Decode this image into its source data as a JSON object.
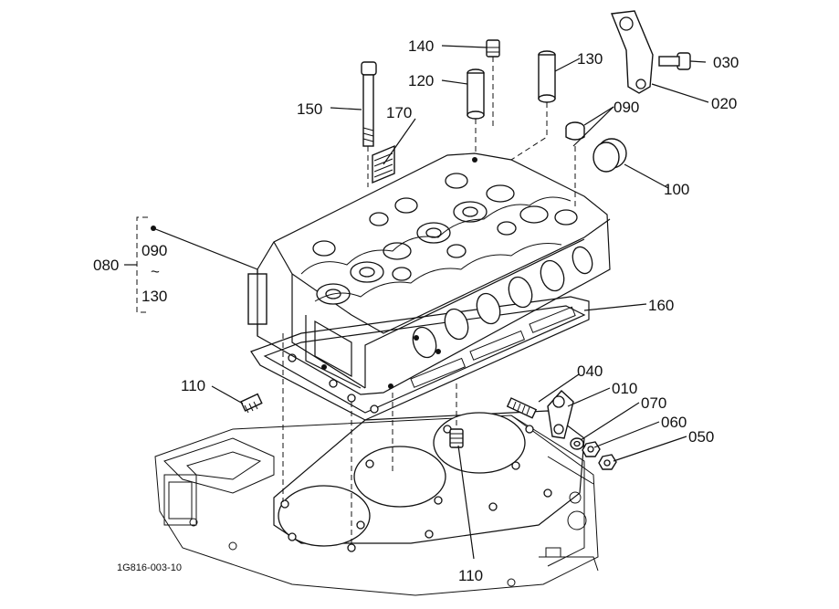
{
  "diagram": {
    "drawing_code": "1G816-003-10",
    "group_label": "080",
    "group_range": {
      "start": "090",
      "tilde": "~",
      "end": "130"
    },
    "callouts": {
      "p010": "010",
      "p020": "020",
      "p030": "030",
      "p040": "040",
      "p050": "050",
      "p060": "060",
      "p070": "070",
      "p090": "090",
      "p100": "100",
      "p110a": "110",
      "p110b": "110",
      "p120": "120",
      "p130": "130",
      "p140": "140",
      "p150": "150",
      "p160": "160",
      "p170": "170"
    }
  }
}
